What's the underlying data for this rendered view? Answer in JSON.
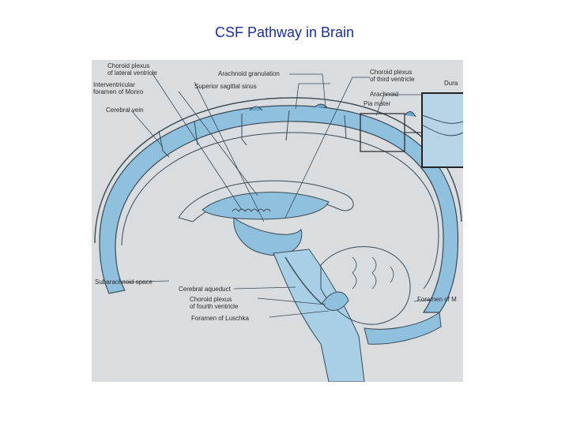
{
  "slide": {
    "title": "CSF Pathway in Brain"
  },
  "figure": {
    "colors": {
      "background": "#d9dde0",
      "csf_blue": "#8fc0de",
      "csf_blue_dark": "#6aa3c9",
      "line": "#3a4a55"
    },
    "labels": {
      "choroid_lateral_1": "Choroid plexus",
      "choroid_lateral_2": "of lateral ventricle",
      "arachnoid_granulation": "Arachnoid granulation",
      "choroid_third_1": "Choroid plexus",
      "choroid_third_2": "of third ventricle",
      "dura": "Dura",
      "interventricular_1": "Interventricular",
      "interventricular_2": "foramen of Monro",
      "superior_sagittal_sinus": "Superior sagittal sinus",
      "arachnoid": "Arachnoid",
      "pia_mater": "Pia mater",
      "cerebral_vein": "Cerebral vein",
      "subarachnoid_space": "Subarachnoid space",
      "cerebral_aqueduct": "Cerebral aqueduct",
      "choroid_fourth_1": "Choroid plexus",
      "choroid_fourth_2": "of fourth ventricle",
      "foramen_luschka": "Foramen of Luschka",
      "foramen_right": "Foramen of M"
    }
  }
}
